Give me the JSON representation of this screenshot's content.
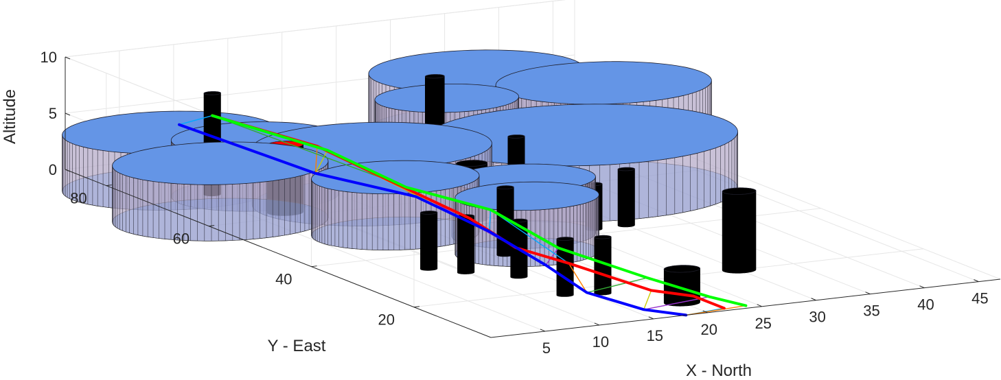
{
  "chart_data": {
    "type": "3d-scene",
    "xlabel": "X - North",
    "ylabel": "Y - East",
    "zlabel": "Altitude",
    "xlim": [
      0,
      47
    ],
    "ylim": [
      5,
      88
    ],
    "zlim": [
      0,
      10
    ],
    "xticks": [
      5,
      10,
      15,
      20,
      25,
      30,
      35,
      40,
      45
    ],
    "yticks": [
      20,
      40,
      60,
      80
    ],
    "zticks": [
      0,
      5,
      10
    ],
    "grid": true,
    "colors": {
      "building_side": "#b3a8c7",
      "building_top": "#6495e6",
      "pillar": "#000000",
      "red_cap": "#ff0000",
      "path_red": "#ff0000",
      "path_green": "#00ff00",
      "path_blue": "#0000ff"
    },
    "buildings": [
      {
        "x": 4,
        "y": 76,
        "r": 9,
        "h": 5
      },
      {
        "x": 2,
        "y": 62,
        "r": 9,
        "h": 5
      },
      {
        "x": 9,
        "y": 70,
        "r": 7,
        "h": 5
      },
      {
        "x": 12,
        "y": 49,
        "r": 7,
        "h": 5
      },
      {
        "x": 16,
        "y": 62,
        "r": 10,
        "h": 5
      },
      {
        "x": 18,
        "y": 36,
        "r": 6,
        "h": 5
      },
      {
        "x": 21,
        "y": 43,
        "r": 6,
        "h": 5
      },
      {
        "x": 30,
        "y": 77,
        "r": 6,
        "h": 5
      },
      {
        "x": 37,
        "y": 86,
        "r": 9,
        "h": 5
      },
      {
        "x": 33,
        "y": 57,
        "r": 13,
        "h": 5
      },
      {
        "x": 44,
        "y": 76,
        "r": 9,
        "h": 5
      }
    ],
    "pillars": [
      {
        "x": 6,
        "y": 72,
        "r": 0.7,
        "h": 9
      },
      {
        "x": 8,
        "y": 62,
        "r": 1.5,
        "h": 6,
        "cap": "red"
      },
      {
        "x": 8,
        "y": 34,
        "r": 0.7,
        "h": 5
      },
      {
        "x": 10,
        "y": 31,
        "r": 0.7,
        "h": 5
      },
      {
        "x": 13,
        "y": 27,
        "r": 0.7,
        "h": 5
      },
      {
        "x": 13,
        "y": 18,
        "r": 0.7,
        "h": 5
      },
      {
        "x": 16,
        "y": 17,
        "r": 0.7,
        "h": 5
      },
      {
        "x": 16,
        "y": 36,
        "r": 0.7,
        "h": 6
      },
      {
        "x": 20,
        "y": 51,
        "r": 1.3,
        "h": 5
      },
      {
        "x": 27,
        "y": 73,
        "r": 0.8,
        "h": 8
      },
      {
        "x": 26,
        "y": 55,
        "r": 0.7,
        "h": 6
      },
      {
        "x": 27,
        "y": 42,
        "r": 0.7,
        "h": 4
      },
      {
        "x": 30,
        "y": 42,
        "r": 0.7,
        "h": 5
      },
      {
        "x": 20,
        "y": 10,
        "r": 1.5,
        "h": 3
      },
      {
        "x": 30,
        "y": 20,
        "r": 1.4,
        "h": 7
      }
    ],
    "series": [
      {
        "name": "",
        "color": "#ff0000",
        "width": 4,
        "points": [
          [
            6,
            72,
            7
          ],
          [
            10,
            60,
            6
          ],
          [
            13,
            52,
            4
          ],
          [
            16,
            43,
            2
          ],
          [
            16,
            34,
            1
          ],
          [
            19,
            30,
            0
          ],
          [
            20,
            16,
            0
          ],
          [
            22,
            12,
            0
          ],
          [
            22,
            6,
            0
          ]
        ]
      },
      {
        "name": "",
        "color": "#00ff00",
        "width": 4,
        "points": [
          [
            6,
            72,
            7
          ],
          [
            10,
            58,
            6
          ],
          [
            13,
            49,
            4
          ],
          [
            17,
            41,
            3
          ],
          [
            19,
            32,
            1
          ],
          [
            22,
            21,
            0
          ],
          [
            23,
            11,
            0
          ],
          [
            24,
            6,
            0
          ]
        ]
      },
      {
        "name": "",
        "color": "#0000ff",
        "width": 4,
        "points": [
          [
            2,
            70,
            7
          ],
          [
            7,
            54,
            5
          ],
          [
            12,
            45,
            4
          ],
          [
            15,
            37,
            2
          ],
          [
            15,
            26,
            1
          ],
          [
            15,
            18,
            0
          ],
          [
            16,
            9,
            0
          ],
          [
            18,
            5,
            0
          ]
        ]
      }
    ],
    "thin_paths": [
      {
        "color": "#00a8ff",
        "points": [
          [
            2,
            70,
            7
          ],
          [
            6,
            72,
            7
          ]
        ]
      },
      {
        "color": "#ff7f00",
        "points": [
          [
            7,
            54,
            5
          ],
          [
            10,
            60,
            6
          ]
        ]
      },
      {
        "color": "#cccc00",
        "points": [
          [
            7,
            54,
            5
          ],
          [
            10,
            58,
            6
          ]
        ]
      },
      {
        "color": "#9933cc",
        "points": [
          [
            12,
            45,
            4
          ],
          [
            13,
            52,
            4
          ]
        ]
      },
      {
        "color": "#33aa33",
        "points": [
          [
            12,
            45,
            4
          ],
          [
            13,
            49,
            4
          ]
        ]
      },
      {
        "color": "#ff7f00",
        "points": [
          [
            15,
            37,
            2
          ],
          [
            16,
            43,
            2
          ]
        ]
      },
      {
        "color": "#00a8ff",
        "points": [
          [
            15,
            37,
            2
          ],
          [
            17,
            41,
            3
          ]
        ]
      },
      {
        "color": "#cccc00",
        "points": [
          [
            15,
            26,
            1
          ],
          [
            16,
            34,
            1
          ]
        ]
      },
      {
        "color": "#9933cc",
        "points": [
          [
            15,
            26,
            1
          ],
          [
            19,
            32,
            1
          ]
        ]
      },
      {
        "color": "#ff7f00",
        "points": [
          [
            15,
            18,
            0
          ],
          [
            19,
            30,
            0
          ]
        ]
      },
      {
        "color": "#33aa33",
        "points": [
          [
            15,
            18,
            0
          ],
          [
            22,
            21,
            0
          ]
        ]
      },
      {
        "color": "#cccc00",
        "points": [
          [
            16,
            9,
            0
          ],
          [
            20,
            16,
            0
          ]
        ]
      },
      {
        "color": "#9933cc",
        "points": [
          [
            16,
            9,
            0
          ],
          [
            23,
            11,
            0
          ]
        ]
      },
      {
        "color": "#00a8ff",
        "points": [
          [
            18,
            5,
            0
          ],
          [
            22,
            6,
            0
          ]
        ]
      },
      {
        "color": "#ff7f00",
        "points": [
          [
            18,
            5,
            0
          ],
          [
            24,
            6,
            0
          ]
        ]
      },
      {
        "color": "#33aa33",
        "points": [
          [
            6,
            72,
            7
          ],
          [
            13,
            52,
            4
          ]
        ]
      },
      {
        "color": "#cccc00",
        "points": [
          [
            10,
            60,
            6
          ],
          [
            15,
            37,
            2
          ]
        ]
      },
      {
        "color": "#9933cc",
        "points": [
          [
            13,
            49,
            4
          ],
          [
            16,
            34,
            1
          ]
        ]
      },
      {
        "color": "#00a8ff",
        "points": [
          [
            17,
            41,
            3
          ],
          [
            19,
            30,
            0
          ]
        ]
      }
    ]
  }
}
